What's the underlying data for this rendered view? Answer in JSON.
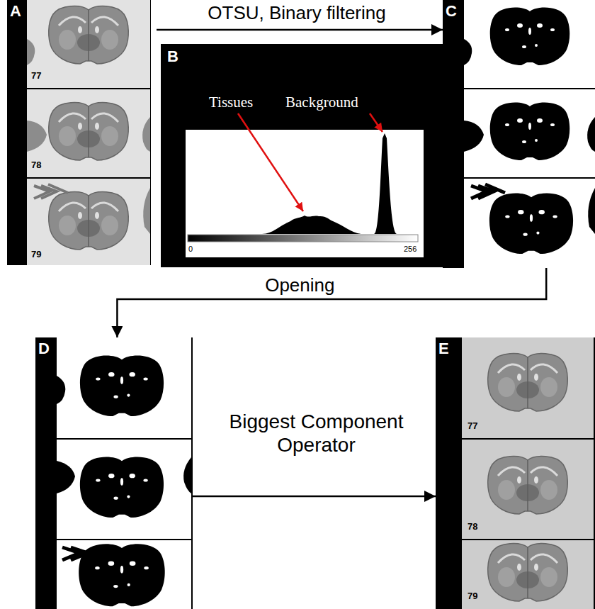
{
  "diagram": {
    "nodes": [
      {
        "text": [
          "A"
        ]
      },
      {
        "text": [
          "77"
        ],
        "in": 0
      },
      {
        "text": [
          "78"
        ],
        "in": 0
      },
      {
        "text": [
          "79"
        ],
        "in": 0
      },
      {
        "text": [
          "B",
          "Tissues",
          "Background",
          "0",
          "256"
        ]
      },
      {
        "text": [
          "C"
        ]
      },
      {
        "text": [
          "D"
        ]
      },
      {
        "text": [
          "E"
        ]
      },
      {
        "text": [
          "77"
        ],
        "in": 7
      },
      {
        "text": [
          "78"
        ],
        "in": 7
      },
      {
        "text": [
          "79"
        ],
        "in": 7
      }
    ],
    "edges": [
      {
        "from": 0,
        "to": 5,
        "arrow": "to",
        "label": "OTSU, Binary filtering"
      },
      {
        "from": 5,
        "to": 6,
        "arrow": "to",
        "label": "Opening"
      },
      {
        "from": 6,
        "to": 7,
        "arrow": "to",
        "label": "Biggest Component Operator"
      }
    ]
  }
}
